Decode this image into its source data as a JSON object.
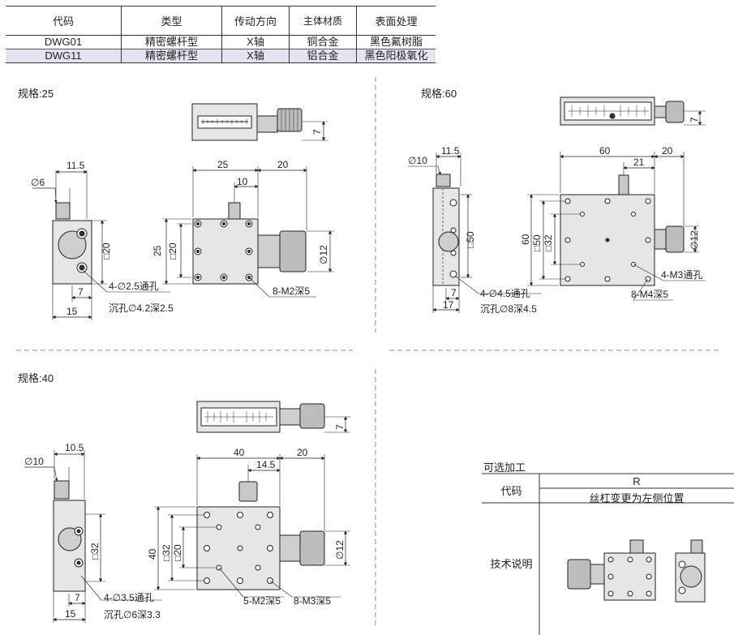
{
  "spec_table": {
    "headers": [
      "代码",
      "类型",
      "传动方向",
      "主体材质",
      "表面处理"
    ],
    "rows": [
      [
        "DWG01",
        "精密螺杆型",
        "X轴",
        "铜合金",
        "黑色氟树脂"
      ],
      [
        "DWG11",
        "精密螺杆型",
        "X轴",
        "铝合金",
        "黑色阳极氧化"
      ]
    ]
  },
  "drawings": {
    "d25": {
      "spec_label": "规格:25",
      "dims": {
        "side_w": "11.5",
        "dia": "∅6",
        "side_h": "□20",
        "side_a": "7",
        "side_b": "15",
        "top_w": "25",
        "top_off": "10",
        "top_ext": "20",
        "top_h": "25",
        "top_sq": "□20",
        "knob_dia": "∅12",
        "thk": "7"
      },
      "notes": {
        "holes": "4-∅2.5通孔",
        "cbore": "沉孔∅4.2深2.5",
        "tap": "8-M2深5"
      }
    },
    "d60": {
      "spec_label": "规格:60",
      "dims": {
        "side_w": "11.5",
        "dia": "∅10",
        "side_h": "□50",
        "side_a": "7",
        "side_b": "17",
        "top_w": "60",
        "top_off": "21",
        "top_ext": "20",
        "top_h": "60",
        "top_sq1": "□50",
        "top_sq2": "□32",
        "knob_dia": "∅12",
        "thk": "7"
      },
      "notes": {
        "holes": "4-∅4.5通孔",
        "cbore": "沉孔∅8深4.5",
        "tap1": "4-M3通孔",
        "tap2": "8-M4深5"
      }
    },
    "d40": {
      "spec_label": "规格:40",
      "dims": {
        "side_w": "10.5",
        "dia": "∅10",
        "side_h": "□32",
        "side_a": "7",
        "side_b": "15",
        "top_w": "40",
        "top_off": "14.5",
        "top_ext": "20",
        "top_h": "40",
        "top_sq1": "□32",
        "top_sq2": "□20",
        "knob_dia": "∅12",
        "thk": "7"
      },
      "notes": {
        "holes": "4-∅3.5通孔",
        "cbore": "沉孔∅6深3.3",
        "tap1": "5-M2深5",
        "tap2": "8-M3深5"
      }
    }
  },
  "options": {
    "title": "可选加工",
    "code_label": "代码",
    "code_value": "R",
    "code_desc": "丝杠变更为左侧位置",
    "tech_label": "技术说明"
  },
  "colors": {
    "line": "#222222",
    "body": "#d9d9d9",
    "knob": "#bfbfbf",
    "dash": "#888888",
    "alt_row": "#e3e3f1"
  }
}
